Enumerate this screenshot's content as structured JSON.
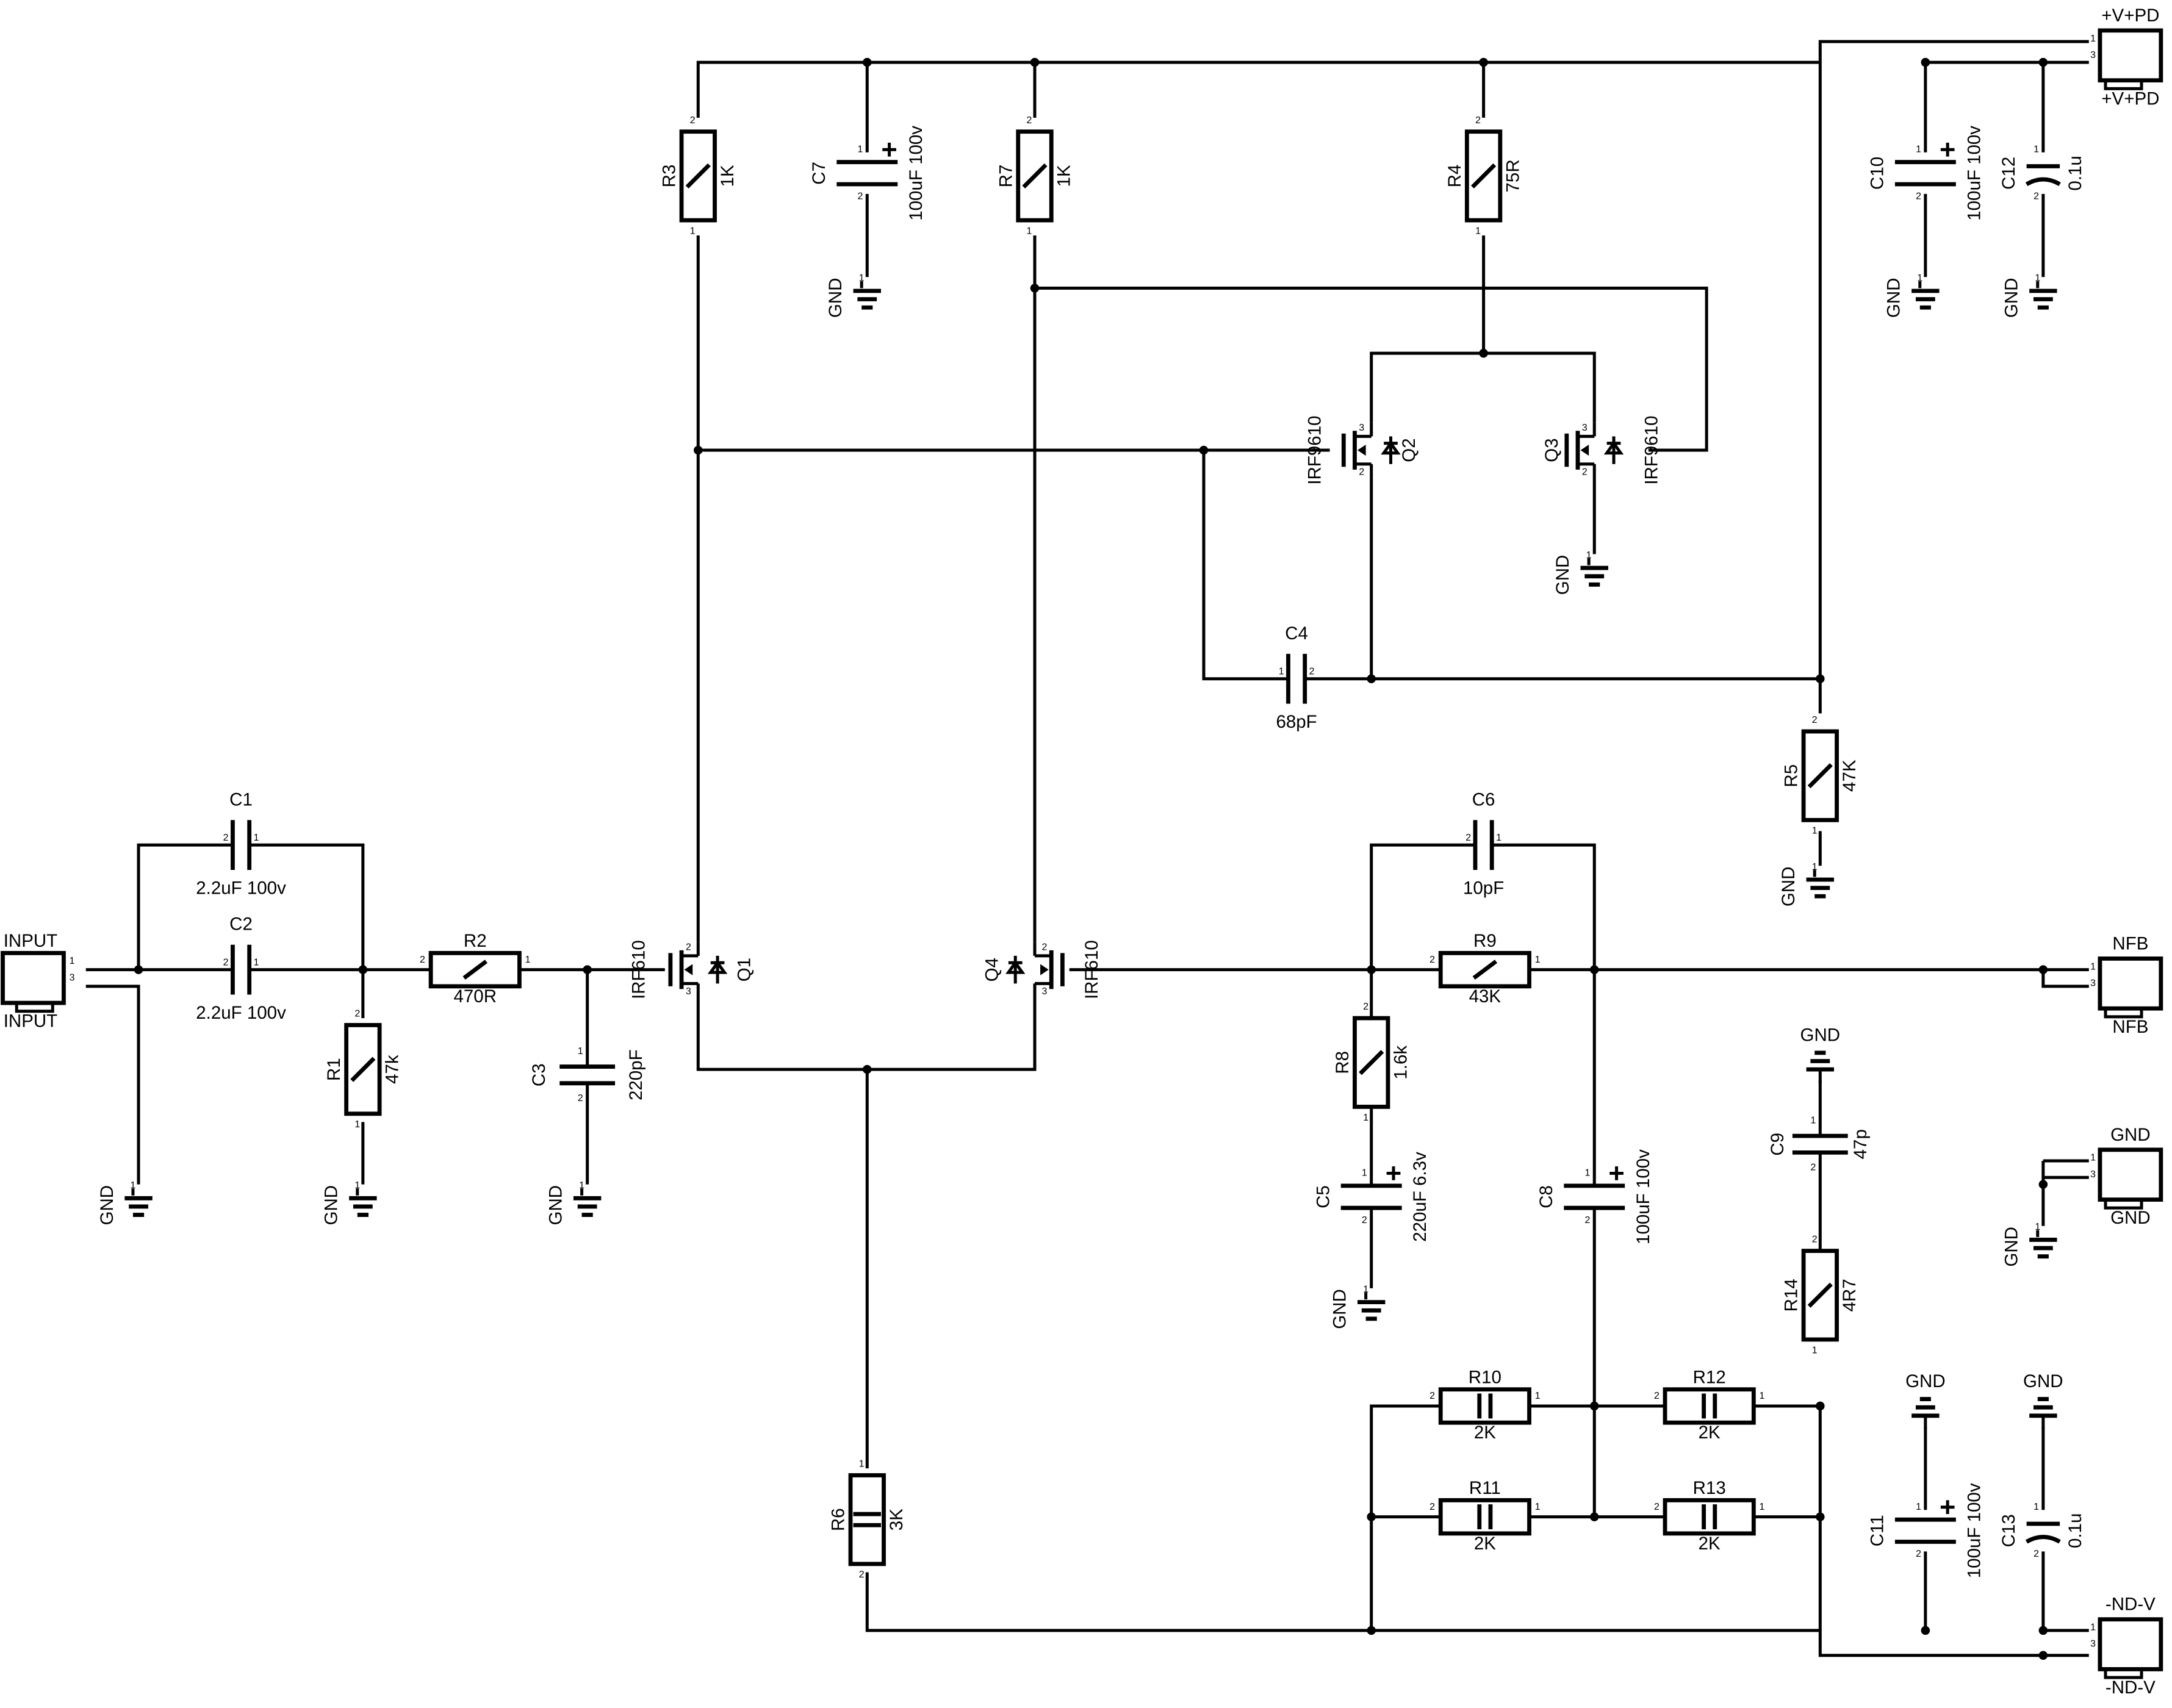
{
  "components": {
    "resistors": [
      {
        "ref": "R1",
        "value": "47k",
        "kind": "var",
        "pins": [
          "2",
          "1"
        ]
      },
      {
        "ref": "R2",
        "value": "470R",
        "kind": "var",
        "pins": [
          "2",
          "1"
        ]
      },
      {
        "ref": "R3",
        "value": "1K",
        "kind": "var",
        "pins": [
          "2",
          "1"
        ]
      },
      {
        "ref": "R4",
        "value": "75R",
        "kind": "var",
        "pins": [
          "2",
          "1"
        ]
      },
      {
        "ref": "R5",
        "value": "47K",
        "kind": "var",
        "pins": [
          "2",
          "1"
        ]
      },
      {
        "ref": "R6",
        "value": "3K",
        "kind": "par",
        "pins": [
          "1",
          "2"
        ]
      },
      {
        "ref": "R7",
        "value": "1K",
        "kind": "var",
        "pins": [
          "2",
          "1"
        ]
      },
      {
        "ref": "R8",
        "value": "1.6k",
        "kind": "var",
        "pins": [
          "2",
          "1"
        ]
      },
      {
        "ref": "R9",
        "value": "43K",
        "kind": "var",
        "pins": [
          "2",
          "1"
        ]
      },
      {
        "ref": "R10",
        "value": "2K",
        "kind": "par",
        "pins": [
          "2",
          "1"
        ]
      },
      {
        "ref": "R11",
        "value": "2K",
        "kind": "par",
        "pins": [
          "2",
          "1"
        ]
      },
      {
        "ref": "R12",
        "value": "2K",
        "kind": "par",
        "pins": [
          "2",
          "1"
        ]
      },
      {
        "ref": "R13",
        "value": "2K",
        "kind": "par",
        "pins": [
          "2",
          "1"
        ]
      },
      {
        "ref": "R14",
        "value": "4R7",
        "kind": "var",
        "pins": [
          "2",
          "1"
        ]
      }
    ],
    "capacitors": [
      {
        "ref": "C1",
        "value": "2.2uF 100v",
        "polar": false,
        "pins": [
          "2",
          "1"
        ]
      },
      {
        "ref": "C2",
        "value": "2.2uF 100v",
        "polar": false,
        "pins": [
          "2",
          "1"
        ]
      },
      {
        "ref": "C3",
        "value": "220pF",
        "polar": false,
        "pins": [
          "1",
          "2"
        ]
      },
      {
        "ref": "C4",
        "value": "68pF",
        "polar": false,
        "pins": [
          "1",
          "2"
        ]
      },
      {
        "ref": "C5",
        "value": "220uF 6.3v",
        "polar": true,
        "pins": [
          "1",
          "2"
        ]
      },
      {
        "ref": "C6",
        "value": "10pF",
        "polar": false,
        "pins": [
          "2",
          "1"
        ]
      },
      {
        "ref": "C7",
        "value": "100uF 100v",
        "polar": true,
        "pins": [
          "1",
          "2"
        ]
      },
      {
        "ref": "C8",
        "value": "100uF 100v",
        "polar": true,
        "pins": [
          "1",
          "2"
        ]
      },
      {
        "ref": "C9",
        "value": "47p",
        "polar": false,
        "pins": [
          "1",
          "2"
        ]
      },
      {
        "ref": "C10",
        "value": "100uF 100v",
        "polar": true,
        "pins": [
          "1",
          "2"
        ]
      },
      {
        "ref": "C11",
        "value": "100uF 100v",
        "polar": true,
        "pins": [
          "1",
          "2"
        ]
      },
      {
        "ref": "C12",
        "value": "0.1u",
        "polar": false,
        "pins": [
          "1",
          "2"
        ]
      },
      {
        "ref": "C13",
        "value": "0.1u",
        "polar": false,
        "pins": [
          "1",
          "2"
        ]
      }
    ],
    "transistors": [
      {
        "ref": "Q1",
        "part": "IRF610",
        "pins": [
          "2",
          "3"
        ]
      },
      {
        "ref": "Q2",
        "part": "IRF9610",
        "pins": [
          "3",
          "2"
        ]
      },
      {
        "ref": "Q3",
        "part": "IRF9610",
        "pins": [
          "3",
          "2"
        ]
      },
      {
        "ref": "Q4",
        "part": "IRF610",
        "pins": [
          "2",
          "3"
        ]
      }
    ],
    "connectors": [
      {
        "ref": "INPUT",
        "label": "INPUT",
        "pins": [
          "1",
          "3"
        ]
      },
      {
        "ref": "VPLUS",
        "label": "+V+PD",
        "pins": [
          "1",
          "3"
        ]
      },
      {
        "ref": "NFB",
        "label": "NFB",
        "pins": [
          "1",
          "3"
        ]
      },
      {
        "ref": "GNDCON",
        "label": "GND",
        "pins": [
          "1",
          "3"
        ]
      },
      {
        "ref": "VMINUS",
        "label": "-ND-V",
        "pins": [
          "1",
          "3"
        ]
      }
    ]
  },
  "ground_label": "GND"
}
